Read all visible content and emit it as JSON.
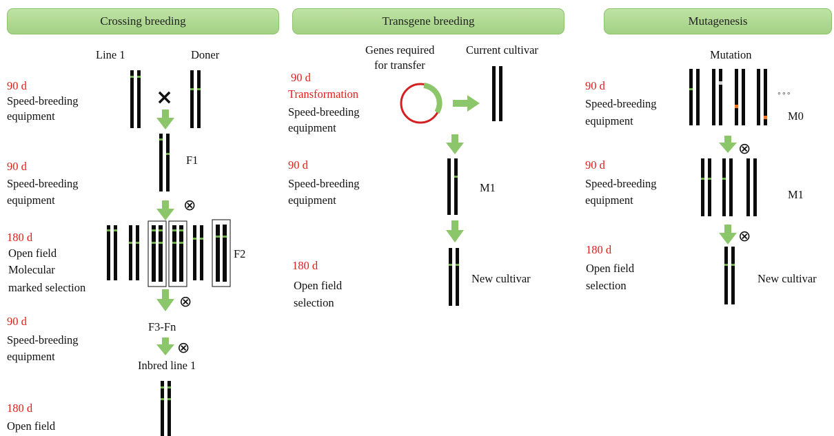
{
  "colors": {
    "header_fill": "#a9d58c",
    "arrow": "#8cc66a",
    "chromosome": "#0b0b0b",
    "marker_green": "#6db14a",
    "marker_orange": "#e8782d",
    "marker_gray": "#cfcfcf",
    "time_red": "#e0201c",
    "plasmid_red": "#d42020"
  },
  "panels": [
    {
      "title": "Crossing breeding",
      "parents": [
        "Line 1",
        "Doner"
      ],
      "generation_labels": [
        "F1",
        "F2",
        "F3-Fn",
        "Inbred line 1"
      ],
      "cross_symbol": "×",
      "selfing_symbol": "⊗",
      "stages": [
        {
          "time": "90 d",
          "lines": [
            "Speed-breeding",
            "equipment"
          ]
        },
        {
          "time": "90 d",
          "lines": [
            "Speed-breeding",
            "equipment"
          ]
        },
        {
          "time": "180 d",
          "lines": [
            "Open field",
            "Molecular",
            "marked selection"
          ]
        },
        {
          "time": "90 d",
          "lines": [
            "Speed-breeding",
            "equipment"
          ]
        },
        {
          "time": "180 d",
          "lines": [
            "Open field"
          ]
        }
      ]
    },
    {
      "title": "Transgene breeding",
      "source_label": [
        "Genes required",
        "for transfer"
      ],
      "target_label": "Current cultivar",
      "generation_labels": [
        "M1",
        "New cultivar"
      ],
      "stages": [
        {
          "time": "90 d",
          "method": "Transformation",
          "lines": [
            "Speed-breeding",
            "equipment"
          ]
        },
        {
          "time": "90 d",
          "lines": [
            "Speed-breeding",
            "equipment"
          ]
        },
        {
          "time": "180 d",
          "lines": [
            "Open field",
            "selection"
          ]
        }
      ]
    },
    {
      "title": "Mutagenesis",
      "top_label": "Mutation",
      "ellipsis": "∘∘∘",
      "selfing_symbol": "⊗",
      "generation_labels": [
        "M0",
        "M1",
        "New cultivar"
      ],
      "stages": [
        {
          "time": "90 d",
          "lines": [
            "Speed-breeding",
            "equipment"
          ]
        },
        {
          "time": "90 d",
          "lines": [
            "Speed-breeding",
            "equipment"
          ]
        },
        {
          "time": "180 d",
          "lines": [
            "Open field",
            "selection"
          ]
        }
      ]
    }
  ]
}
